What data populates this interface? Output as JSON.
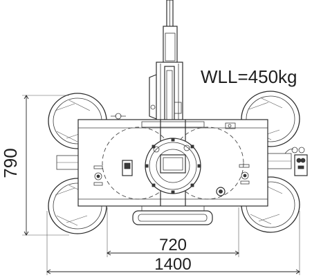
{
  "drawing": {
    "load_label": "WLL=450kg",
    "dim_height": "790",
    "dim_inner_width": "720",
    "dim_overall_width": "1400"
  },
  "colors": {
    "line": "#2b2b2b",
    "background": "#ffffff"
  }
}
